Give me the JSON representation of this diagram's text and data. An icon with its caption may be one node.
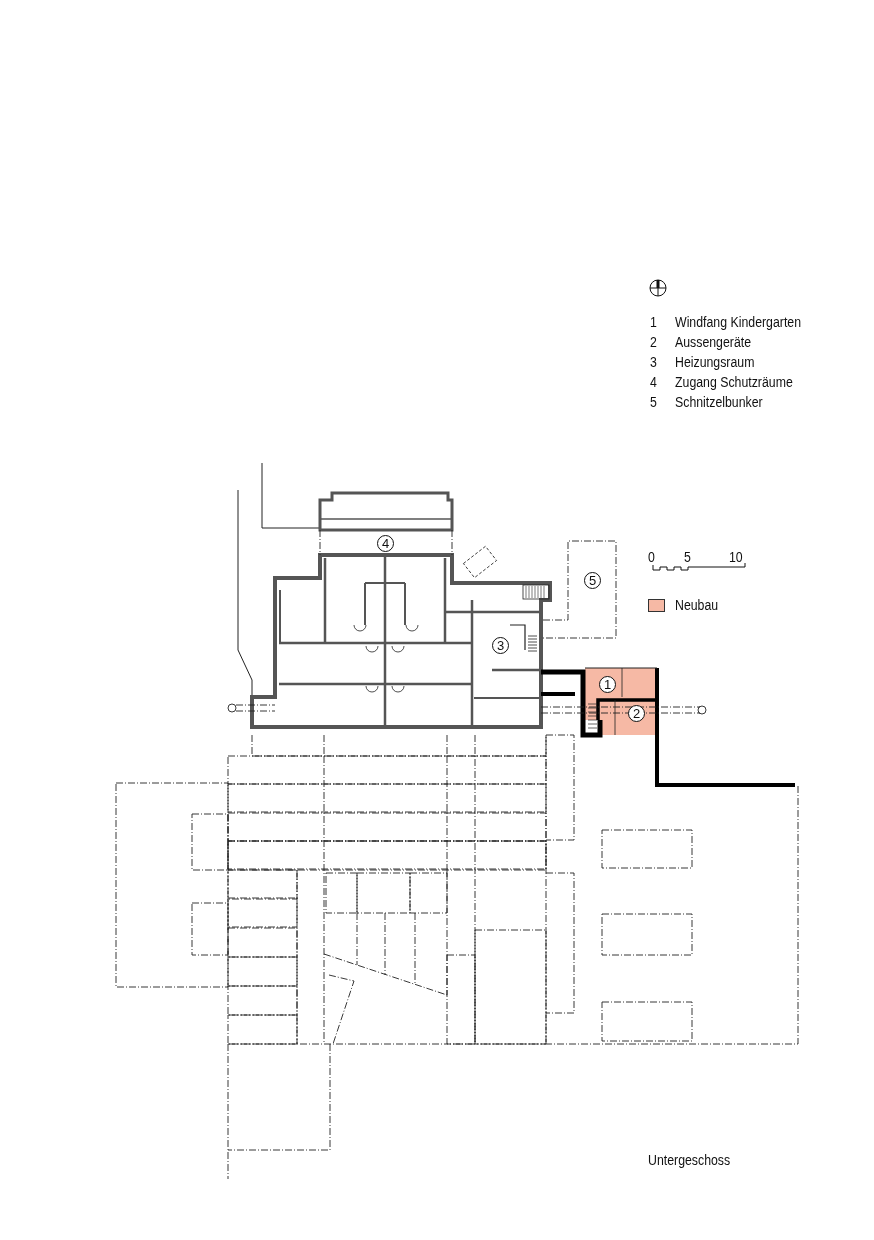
{
  "diagram": {
    "caption": "Untergeschoss",
    "labels": [
      "1",
      "Windfang Kindergarten",
      "2",
      "Aussengeräte",
      "3",
      "Heizungsraum",
      "4",
      "Zugang Schutzräume",
      "5",
      "Schnitzelbunker",
      "4",
      "0",
      "5",
      "10",
      "5",
      "3",
      "1",
      "2"
    ],
    "legend": [
      {
        "text": "Neubau",
        "color": "#f6b9a5"
      }
    ]
  }
}
